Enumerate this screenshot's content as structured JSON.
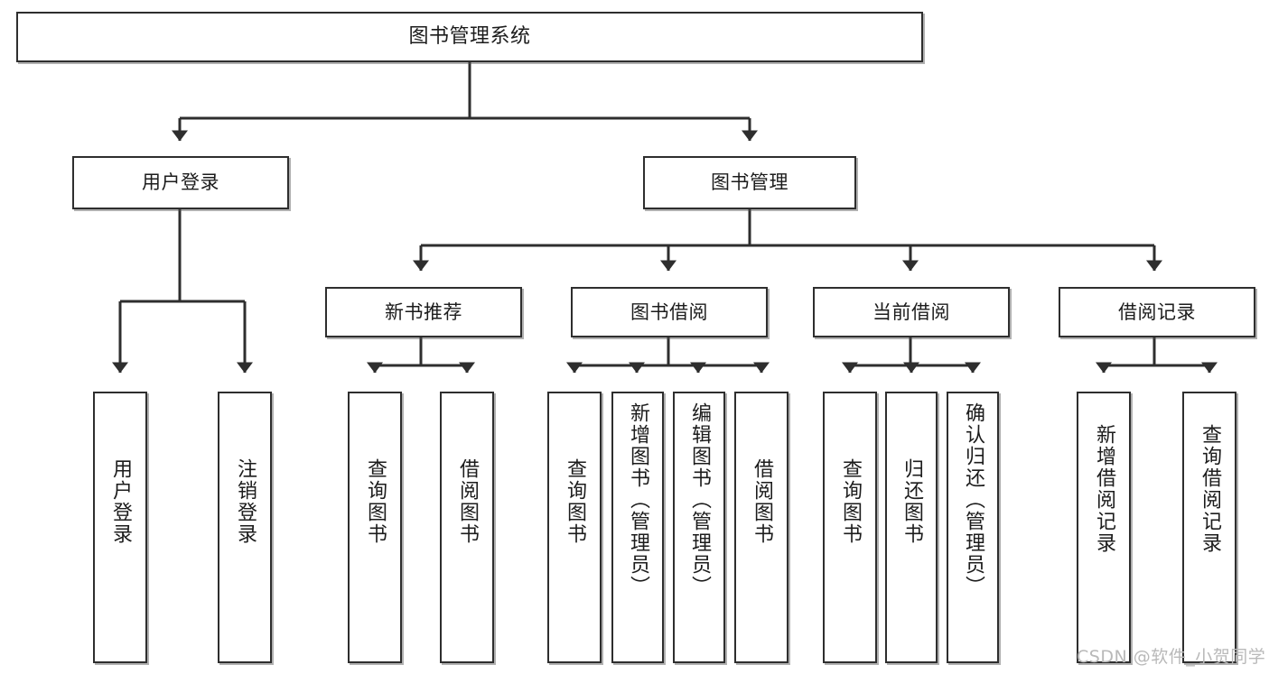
{
  "diagram": {
    "title_node": {
      "label": "图书管理系统"
    },
    "level1": [
      {
        "id": "user-login",
        "label": "用户登录"
      },
      {
        "id": "book-management",
        "label": "图书管理"
      }
    ],
    "level2": [
      {
        "id": "new-book-recommend",
        "label": "新书推荐"
      },
      {
        "id": "book-borrow",
        "label": "图书借阅"
      },
      {
        "id": "current-borrow",
        "label": "当前借阅"
      },
      {
        "id": "borrow-record",
        "label": "借阅记录"
      }
    ],
    "leaves": {
      "user_login": [
        {
          "id": "leaf-user-login",
          "label": "用户登录"
        },
        {
          "id": "leaf-logout-login",
          "label": "注销登录"
        }
      ],
      "new_book_recommend": [
        {
          "id": "leaf-query-book-1",
          "label": "查询图书"
        },
        {
          "id": "leaf-borrow-book-1",
          "label": "借阅图书"
        }
      ],
      "book_borrow": [
        {
          "id": "leaf-query-book-2",
          "label": "查询图书"
        },
        {
          "id": "leaf-add-book",
          "label": "新增图书（管理员）"
        },
        {
          "id": "leaf-edit-book",
          "label": "编辑图书（管理员）"
        },
        {
          "id": "leaf-borrow-book-2",
          "label": "借阅图书"
        }
      ],
      "current_borrow": [
        {
          "id": "leaf-query-book-3",
          "label": "查询图书"
        },
        {
          "id": "leaf-return-book",
          "label": "归还图书"
        },
        {
          "id": "leaf-confirm-return",
          "label": "确认归还（管理员）"
        }
      ],
      "borrow_record": [
        {
          "id": "leaf-add-record",
          "label": "新增借阅记录"
        },
        {
          "id": "leaf-query-record",
          "label": "查询借阅记录"
        }
      ]
    }
  },
  "watermark": {
    "text": "CSDN @软件_小贺同学"
  },
  "colors": {
    "stroke": "#2e2e2e",
    "box_fill": "#ffffff",
    "text": "#1c1c1c",
    "watermark": "#b9b9b9"
  }
}
